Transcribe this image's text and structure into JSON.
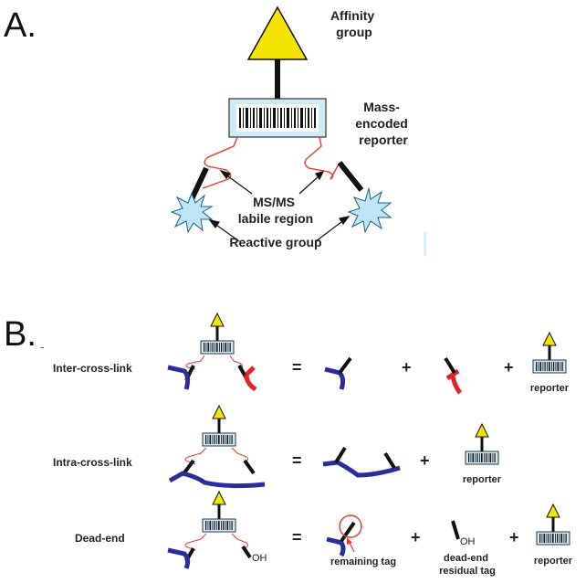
{
  "panel_a": {
    "letter": "A.",
    "affinity_label": [
      "Affinity",
      "group"
    ],
    "reporter_label": [
      "Mass-",
      "encoded",
      "reporter"
    ],
    "labile_label": [
      "MS/MS",
      "labile region"
    ],
    "reactive_label": "Reactive group"
  },
  "panel_b": {
    "letter": "B.",
    "rows": [
      {
        "label": "Inter-cross-link",
        "equals": "=",
        "plus1": "+",
        "plus2": "+",
        "reporter_label": "reporter"
      },
      {
        "label": "Intra-cross-link",
        "equals": "=",
        "plus1": "+",
        "reporter_label": "reporter"
      },
      {
        "label": "Dead-end",
        "equals": "=",
        "plus1": "+",
        "plus2": "+",
        "oh": "OH",
        "oh_residual": "OH",
        "remaining_tag": "remaining tag",
        "residual_label": [
          "dead-end",
          "residual tag"
        ],
        "reporter_label": "reporter"
      }
    ]
  },
  "colors": {
    "affinity": "#f5e400",
    "reporter_box": "#cfe9f7",
    "linker": "#e53a2e",
    "star": "#bfe6f7",
    "peptide_blue": "#2a2e9b",
    "peptide_red": "#e3232b"
  }
}
